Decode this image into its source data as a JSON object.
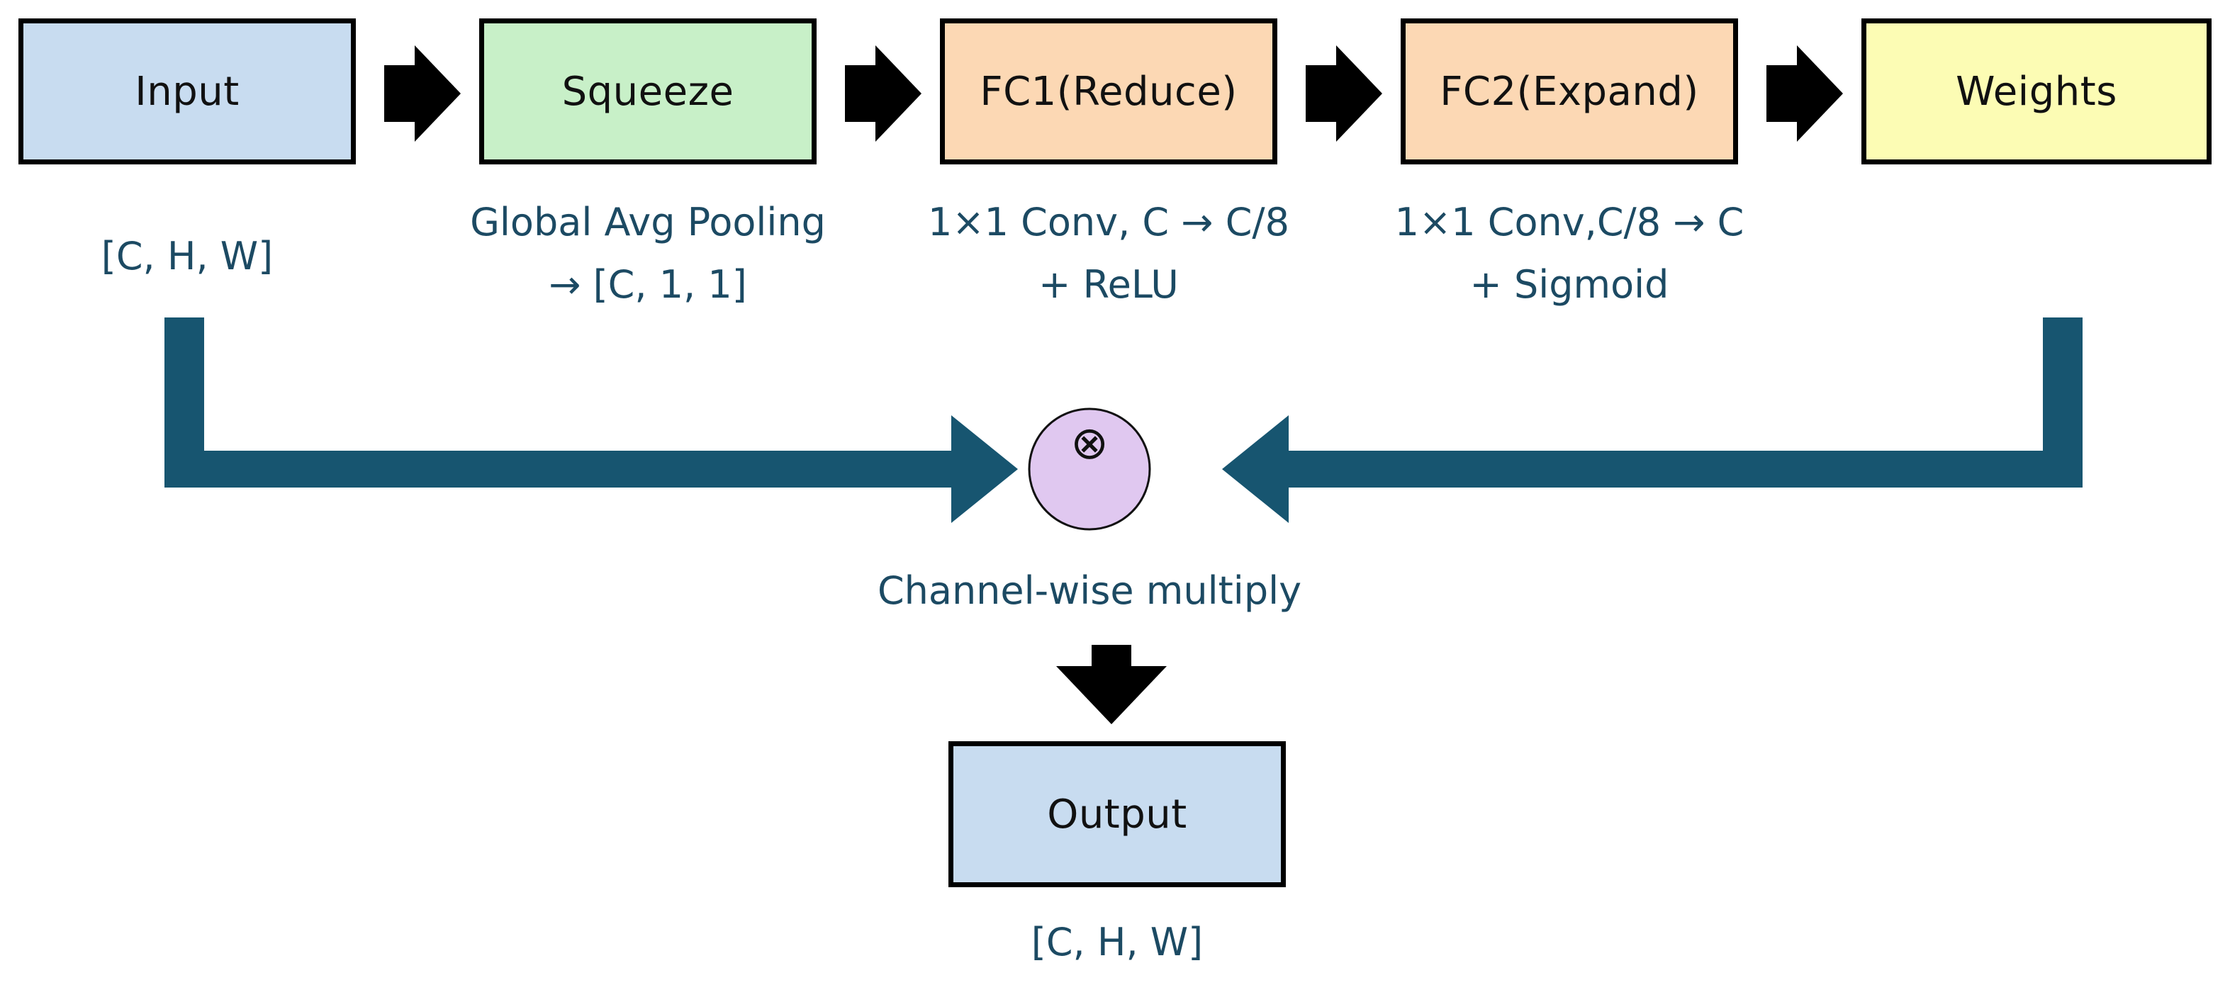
{
  "colors": {
    "input_fill": "#c8dcf0",
    "squeeze_fill": "#c8f0c8",
    "fc_fill": "#fcd8b4",
    "weights_fill": "#fcfcb4",
    "output_fill": "#c8dcf0",
    "multiply_fill": "#e0c8f0",
    "connector": "#175570",
    "caption_text": "#1c4a63"
  },
  "stages": [
    {
      "id": "input",
      "label": "Input",
      "caption": [
        "[C, H, W]"
      ]
    },
    {
      "id": "squeeze",
      "label": "Squeeze",
      "caption": [
        "Global Avg Pooling",
        "→ [C, 1, 1]"
      ]
    },
    {
      "id": "fc1",
      "label": "FC1(Reduce)",
      "caption": [
        "1×1 Conv, C → C/8",
        "+ ReLU"
      ]
    },
    {
      "id": "fc2",
      "label": "FC2(Expand)",
      "caption": [
        "1×1 Conv,C/8 → C",
        "+ Sigmoid"
      ]
    },
    {
      "id": "weights",
      "label": "Weights",
      "caption": []
    }
  ],
  "multiply": {
    "symbol": "⊗",
    "caption": "Channel-wise multiply"
  },
  "output": {
    "label": "Output",
    "caption": "[C, H, W]"
  },
  "icons": {
    "flow_arrow": "block-arrow-right-icon",
    "down_arrow": "block-arrow-down-icon",
    "multiply": "circled-times-icon"
  }
}
